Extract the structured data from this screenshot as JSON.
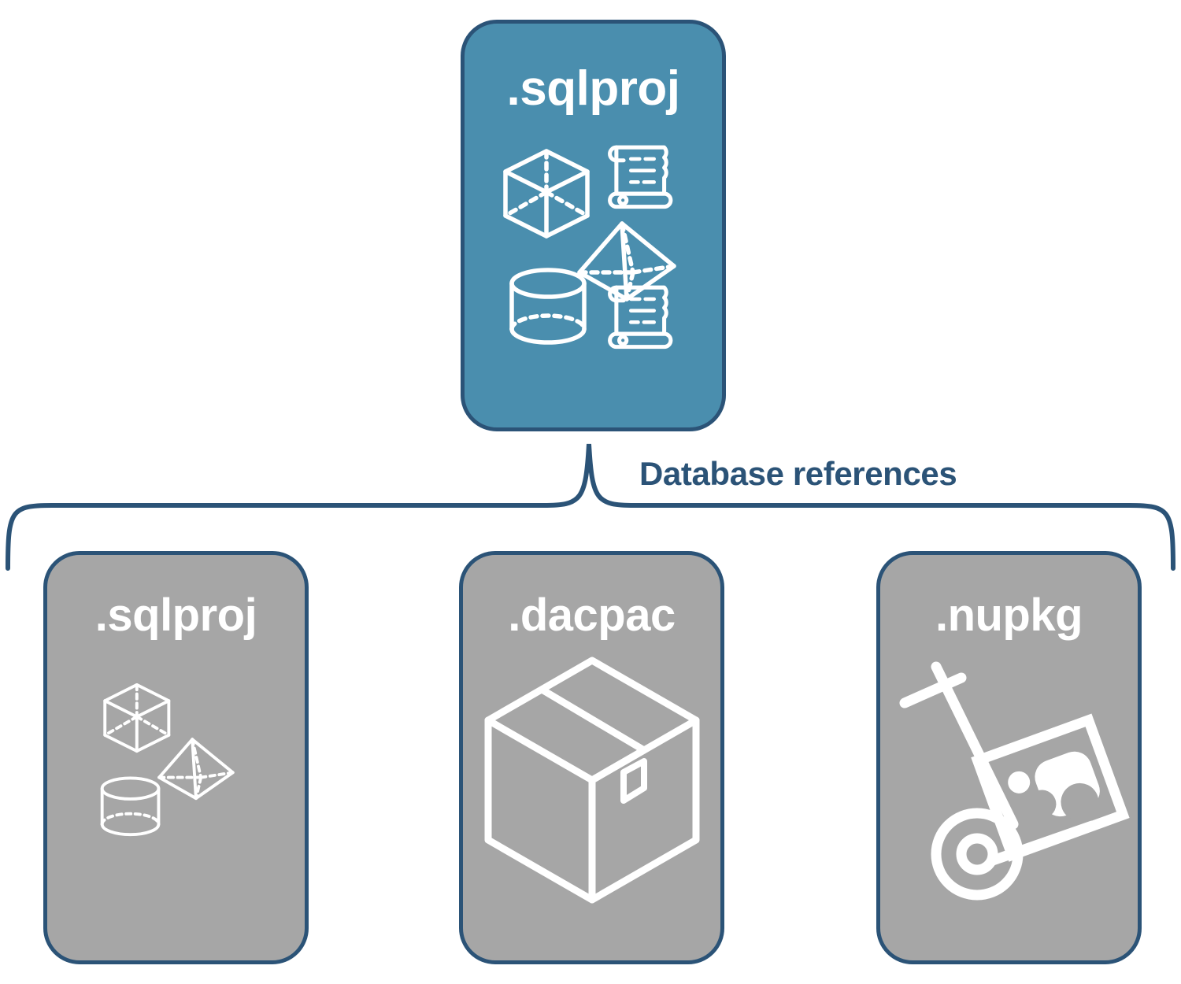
{
  "diagram": {
    "title_text": "Database references",
    "colors": {
      "primary_fill": "#4a8eae",
      "secondary_fill": "#a6a6a6",
      "border": "#2b5377",
      "label": "#2b5377",
      "icon": "#ffffff",
      "background": "#ffffff"
    }
  },
  "top_node": {
    "label": ".sqlproj",
    "icons": [
      "cube-icon",
      "pyramid-icon",
      "cylinder-icon",
      "scroll-icon",
      "scroll-icon"
    ]
  },
  "connector": {
    "label": "Database references",
    "style": "curly-brace",
    "orientation": "horizontal-down"
  },
  "reference_nodes": [
    {
      "label": ".sqlproj",
      "icons": [
        "cube-icon",
        "pyramid-icon",
        "cylinder-icon"
      ]
    },
    {
      "label": ".dacpac",
      "icons": [
        "package-box-icon"
      ]
    },
    {
      "label": ".nupkg",
      "icons": [
        "hand-truck-package-icon"
      ]
    }
  ]
}
